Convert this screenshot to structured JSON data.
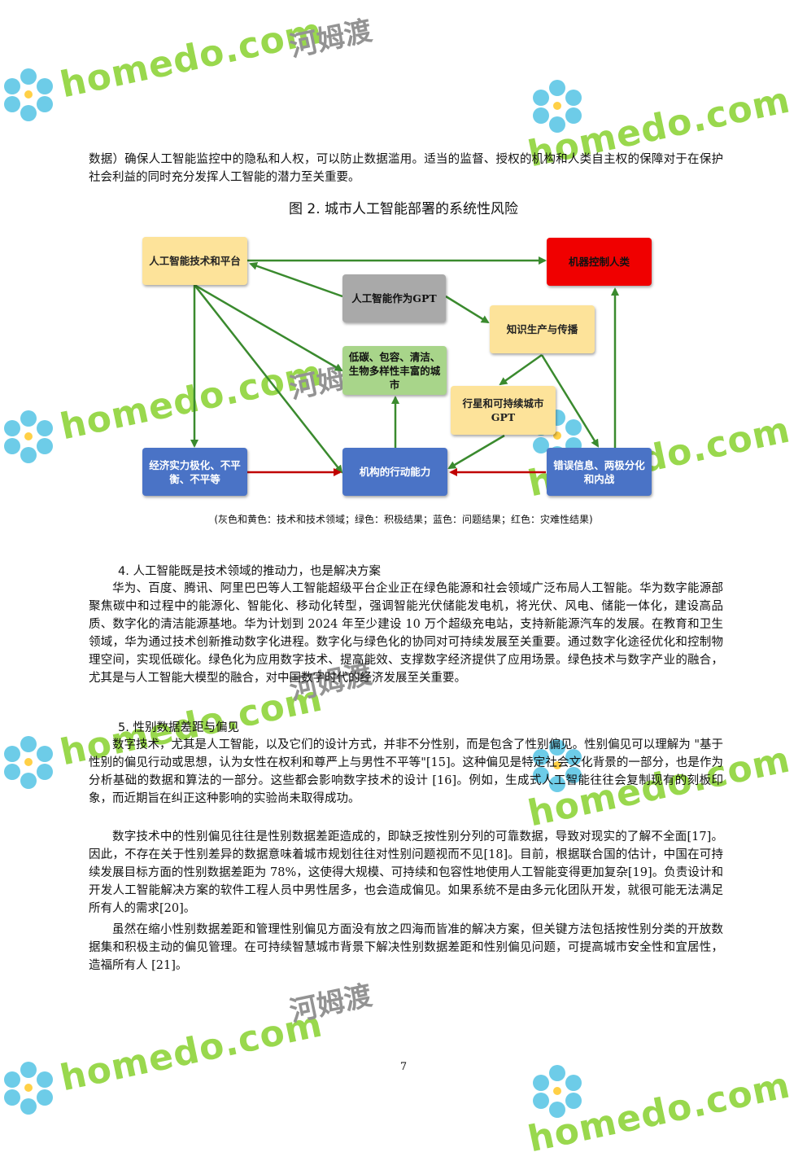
{
  "watermark": {
    "latin": "homedo.com",
    "chinese": "河姆渡",
    "icon": "flower-icon"
  },
  "paragraph_top": "数据）确保人工智能监控中的隐私和人权，可以防止数据滥用。适当的监督、授权的机构和人类自主权的保障对于在保护社会利益的同时充分发挥人工智能的潜力至关重要。",
  "figure": {
    "title": "图 2. 城市人工智能部署的系统性风险",
    "caption": "(灰色和黄色：技术和技术领域；绿色：积极结果；蓝色：问题结果；红色：灾难性结果)",
    "nodes": {
      "ai_tech_platform": "人工智能技术和平台",
      "machine_control": "机器控制人类",
      "ai_gpt": "人工智能作为GPT",
      "knowledge": "知识生产与传播",
      "low_carbon": "低碳、包容、清洁、生物多样性丰富的城市",
      "planet_gpt": "行星和可持续城市GPT",
      "economic": "经济实力极化、不平衡、不平等",
      "institution": "机构的行动能力",
      "misinfo": "错误信息、两极分化和内战"
    },
    "colors": {
      "arrow_green": "#3a8a2e",
      "arrow_red": "#c00000",
      "yellow": "#fde39a",
      "red": "#f00000",
      "gray": "#a9a9a9",
      "green": "#a8d58a",
      "blue": "#4a73c6"
    }
  },
  "section4": {
    "heading": "4. 人工智能既是技术领域的推动力，也是解决方案",
    "body": "华为、百度、腾讯、阿里巴巴等人工智能超级平台企业正在绿色能源和社会领域广泛布局人工智能。华为数字能源部聚焦碳中和过程中的能源化、智能化、移动化转型，强调智能光伏储能发电机，将光伏、风电、储能一体化，建设高品质、数字化的清洁能源基地。华为计划到 2024 年至少建设 10 万个超级充电站，支持新能源汽车的发展。在教育和卫生领域，华为通过技术创新推动数字化进程。数字化与绿色化的协同对可持续发展至关重要。通过数字化途径优化和控制物理空间，实现低碳化。绿色化为应用数字技术、提高能效、支撑数字经济提供了应用场景。绿色技术与数字产业的融合，尤其是与人工智能大模型的融合，对中国数字时代的经济发展至关重要。"
  },
  "section5": {
    "heading": "5. 性别数据差距与偏见",
    "p1": "数字技术，尤其是人工智能，以及它们的设计方式，并非不分性别，而是包含了性别偏见。性别偏见可以理解为 \"基于性别的偏见行动或思想，认为女性在权利和尊严上与男性不平等\"[15]。这种偏见是特定社会文化背景的一部分，也是作为分析基础的数据和算法的一部分。这些都会影响数字技术的设计 [16]。例如，生成式人工智能往往会复制现有的刻板印象，而近期旨在纠正这种影响的实验尚未取得成功。",
    "p2": "数字技术中的性别偏见往往是性别数据差距造成的，即缺乏按性别分列的可靠数据，导致对现实的了解不全面[17]。因此，不存在关于性别差异的数据意味着城市规划往往对性别问题视而不见[18]。目前，根据联合国的估计，中国在可持续发展目标方面的性别数据差距为 78%，这使得大规模、可持续和包容性地使用人工智能变得更加复杂[19]。负责设计和开发人工智能解决方案的软件工程人员中男性居多，也会造成偏见。如果系统不是由多元化团队开发，就很可能无法满足所有人的需求[20]。",
    "p3": "虽然在缩小性别数据差距和管理性别偏见方面没有放之四海而皆准的解决方案，但关键方法包括按性别分类的开放数据集和积极主动的偏见管理。在可持续智慧城市背景下解决性别数据差距和性别偏见问题，可提高城市安全性和宜居性，造福所有人 [21]。"
  },
  "page_number": "7"
}
